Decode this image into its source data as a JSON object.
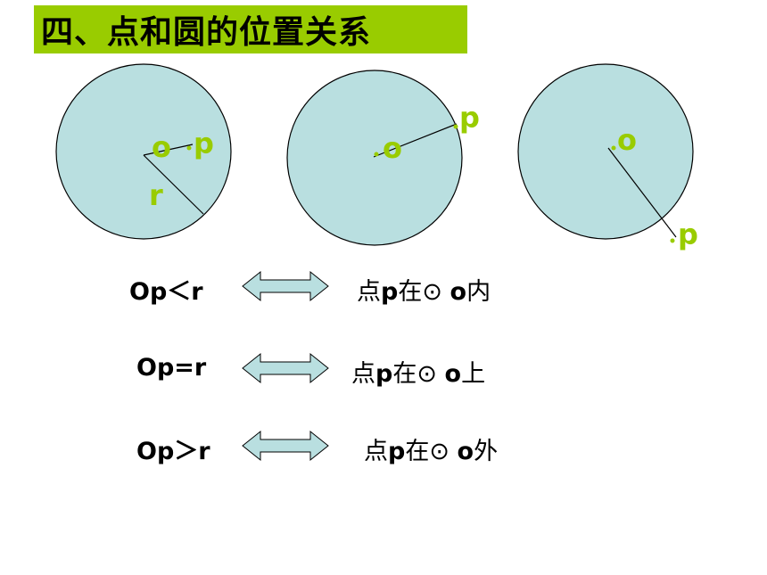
{
  "title": "四、点和圆的位置关系",
  "figures": [
    {
      "center_label": "o",
      "point_label": "p",
      "radius_label": "r"
    },
    {
      "center_label": "o",
      "point_label": "p"
    },
    {
      "center_label": "o",
      "point_label": "p"
    }
  ],
  "relations": [
    {
      "expr": "Op＜r",
      "stmt_pre": "点",
      "stmt_p": "p",
      "stmt_mid": "在⊙ ",
      "stmt_o": "o",
      "stmt_post": "内"
    },
    {
      "expr": "Op=r",
      "stmt_pre": "点",
      "stmt_p": "p",
      "stmt_mid": "在⊙ ",
      "stmt_o": "o",
      "stmt_post": "上"
    },
    {
      "expr": "Op＞r",
      "stmt_pre": "点",
      "stmt_p": "p",
      "stmt_mid": "在⊙ ",
      "stmt_o": "o",
      "stmt_post": "外"
    }
  ],
  "colors": {
    "circle_fill": "#b9dfe0",
    "label": "#99cc00",
    "title_bg": "#99cc00",
    "arrow_fill": "#b9dfe0"
  }
}
